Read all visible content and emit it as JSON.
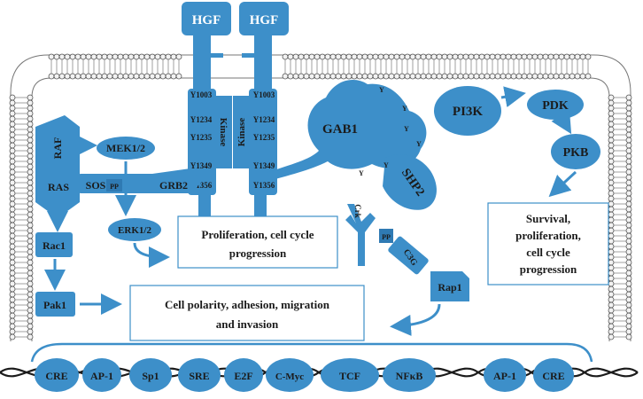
{
  "receptor": {
    "ligand_left": "HGF",
    "ligand_right": "HGF",
    "kinase_left": "Kinase",
    "kinase_right": "Kinase",
    "sites_left": [
      "Y1003",
      "Y1234",
      "Y1235",
      "Y1349",
      "Y1356"
    ],
    "sites_right": [
      "Y1003",
      "Y1234",
      "Y1235",
      "Y1349",
      "Y1356"
    ]
  },
  "proteins": {
    "raf": "RAF",
    "ras": "RAS",
    "mek": "MEK1/2",
    "sos": "SOS",
    "pp1": "PP",
    "grb2": "GRB2",
    "erk": "ERK1/2",
    "rac1": "Rac1",
    "pak1": "Pak1",
    "gab1": "GAB1",
    "shp2": "SHP2",
    "pi3k": "PI3K",
    "pdk": "PDK",
    "pkb": "PKB",
    "crk": "Crk",
    "pp2": "PP",
    "c3g": "C3G",
    "rap1": "Rap1",
    "y": "Y"
  },
  "outcomes": {
    "proliferation": [
      "Proliferation, cell cycle",
      "progression"
    ],
    "polarity": [
      "Cell polarity, adhesion, migration",
      "and invasion"
    ],
    "survival": [
      "Survival,",
      "proliferation,",
      "cell cycle",
      "progression"
    ]
  },
  "transcription_factors": [
    "CRE",
    "AP-1",
    "Sp1",
    "SRE",
    "E2F",
    "C-Myc",
    "TCF",
    "NFκB",
    "AP-1",
    "CRE"
  ],
  "colors": {
    "protein": "#3d8fc9",
    "arrow": "#3d8fc9",
    "membrane_head": "#f0f0f0",
    "membrane_line": "#555555",
    "outcome_border": "#3d8fc9"
  }
}
